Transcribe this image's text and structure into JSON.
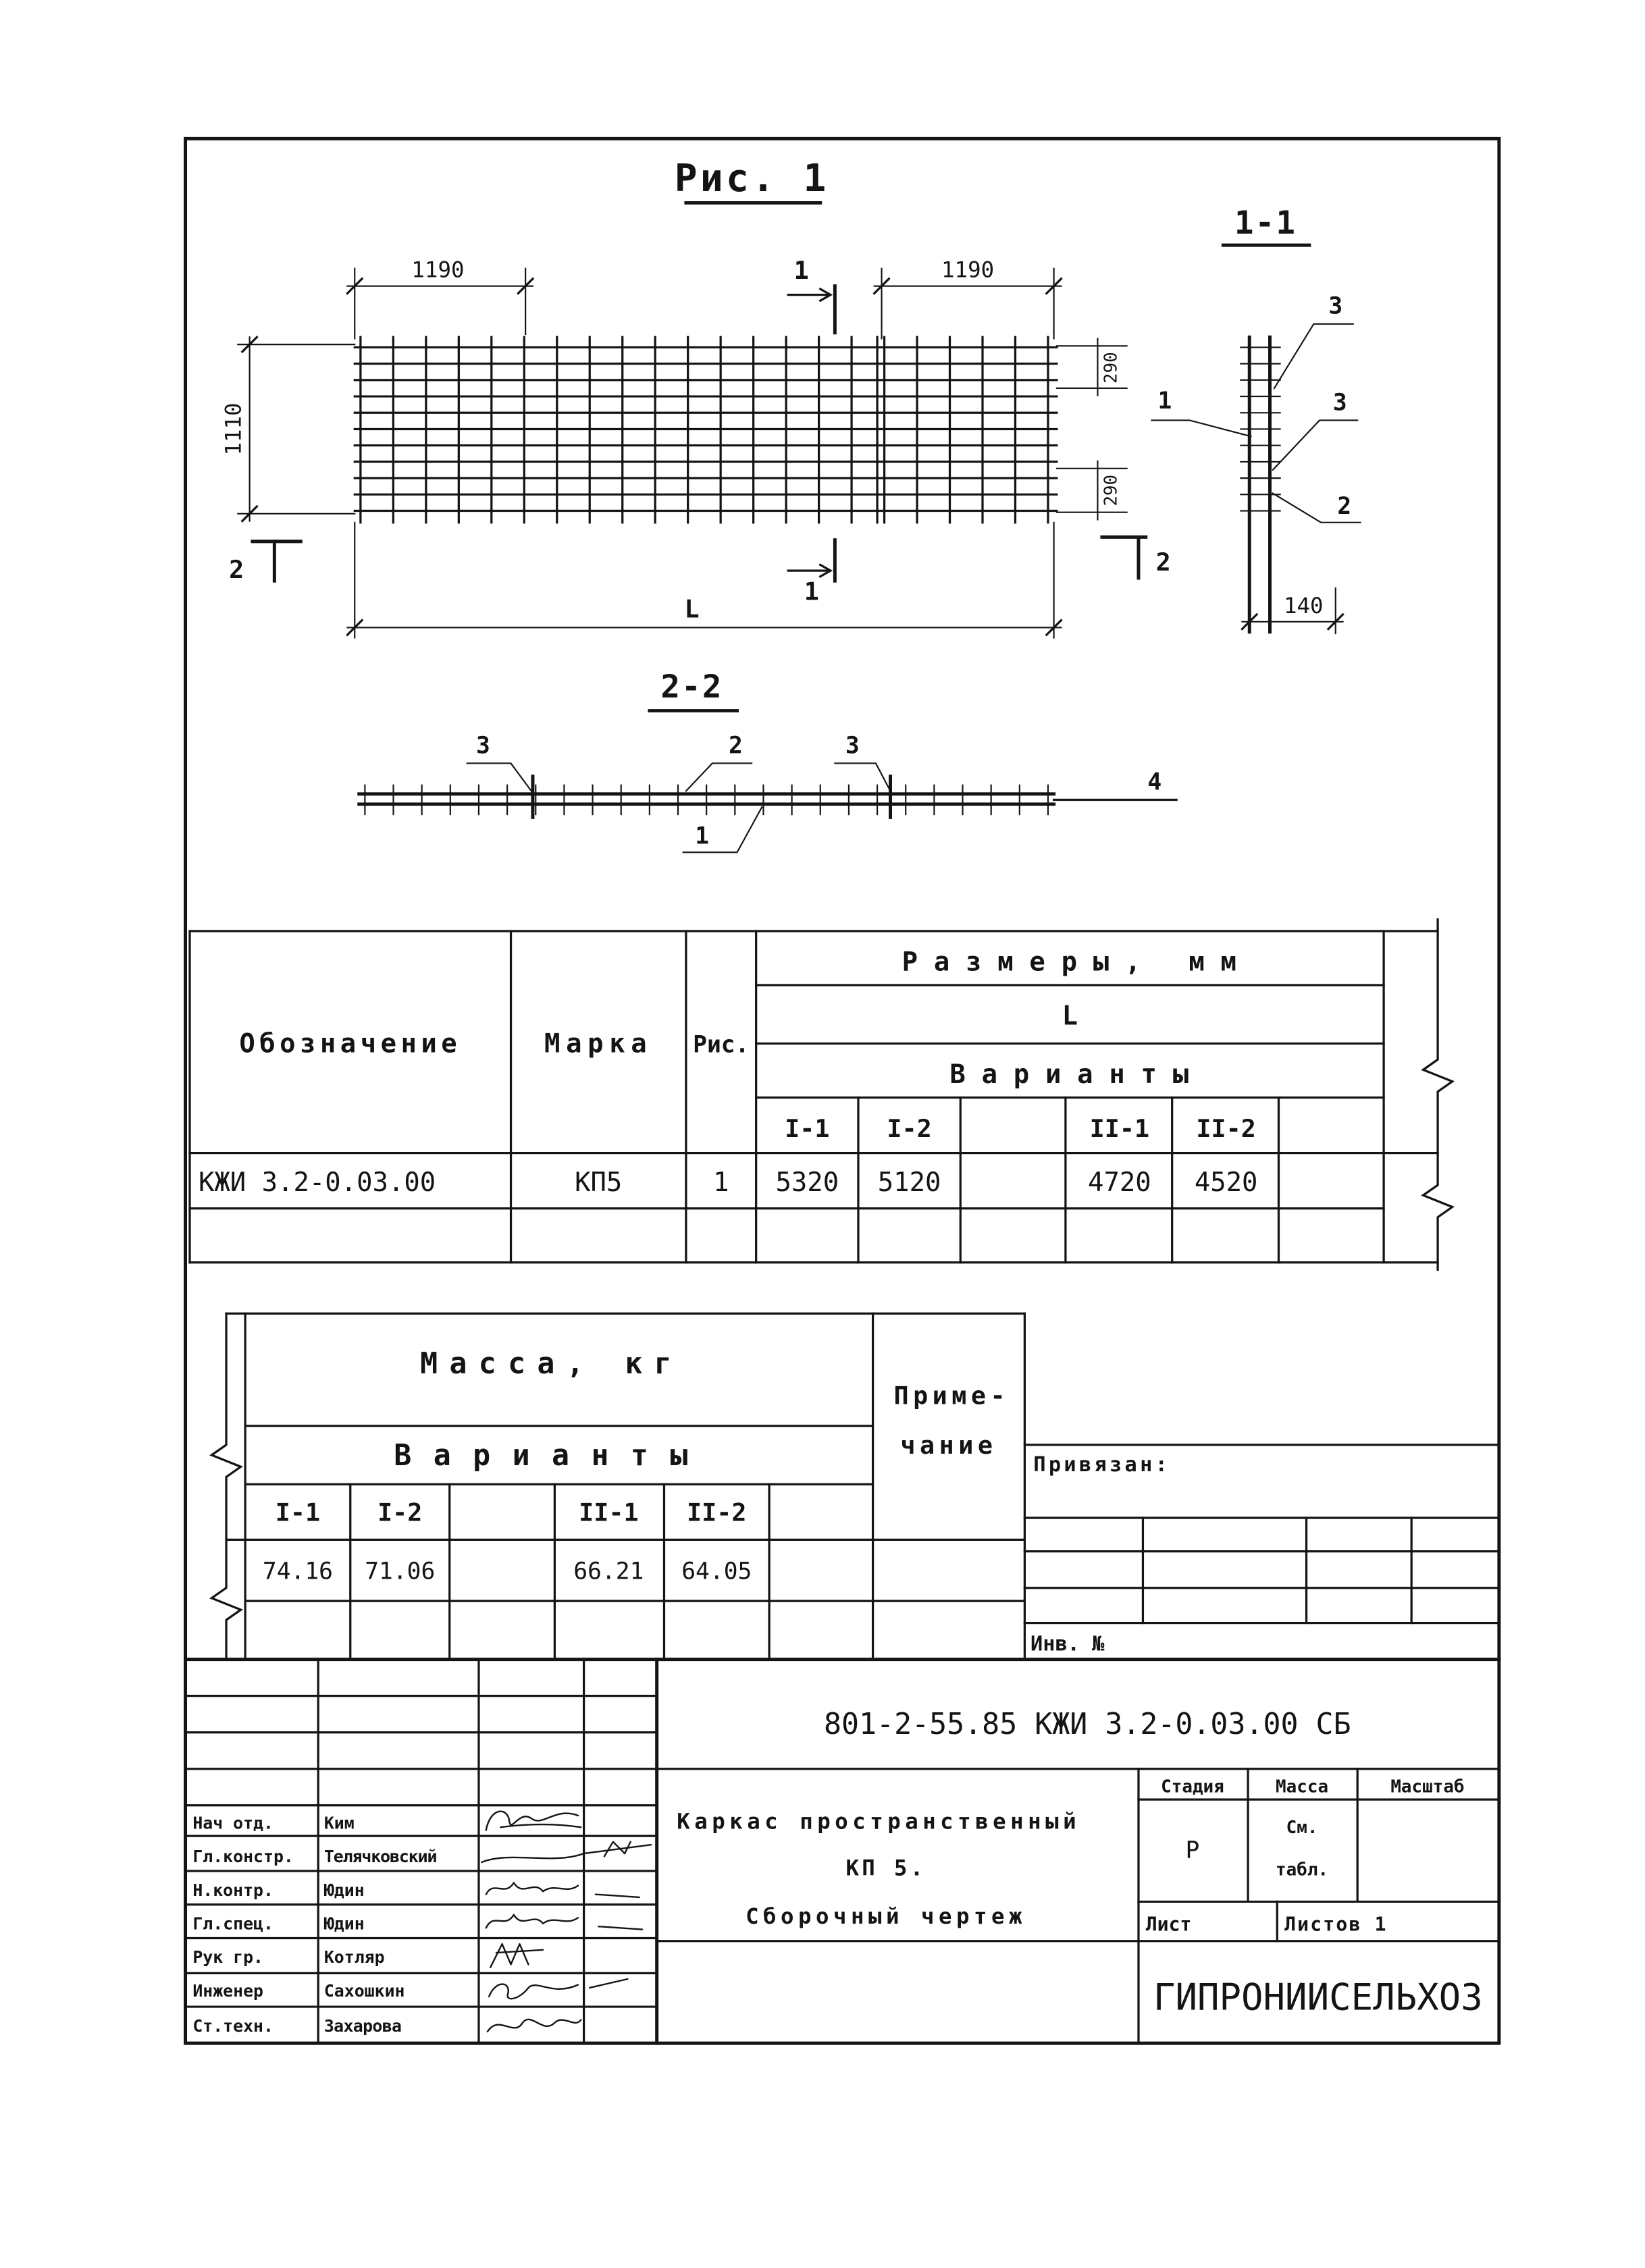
{
  "drawing": {
    "fig1_title": "Рис. 1",
    "fig1": {
      "dim_top_left": "1190",
      "dim_top_right": "1190",
      "dim_height": "1110",
      "dim_edge_top": "290",
      "dim_edge_bottom": "290",
      "dim_length": "L",
      "cut_1_top": "1",
      "cut_1_bottom": "1",
      "cut_2_left": "2",
      "cut_2_right": "2"
    },
    "section_1_1": {
      "title": "1-1",
      "callouts": [
        "3",
        "1",
        "3",
        "2"
      ],
      "dim_width": "140"
    },
    "section_2_2": {
      "title": "2-2",
      "callouts": [
        "3",
        "2",
        "3",
        "1",
        "4"
      ]
    }
  },
  "spec_table": {
    "header_designation": "Обозначение",
    "header_mark": "Марка",
    "header_fig": "Рис.",
    "header_sizes": "Размеры, мм",
    "header_length": "L",
    "header_variants": "Варианты",
    "variants": [
      "I-1",
      "I-2",
      "",
      "II-1",
      "II-2",
      ""
    ],
    "rows": [
      {
        "designation": "КЖИ 3.2-0.03.00",
        "mark": "КП5",
        "fig": "1",
        "lengths": [
          "5320",
          "5120",
          "",
          "4720",
          "4520",
          ""
        ]
      }
    ]
  },
  "mass_table": {
    "header_mass": "Масса, кг",
    "header_variants": "Варианты",
    "header_note": [
      "Приме-",
      "чание"
    ],
    "variants": [
      "I-1",
      "I-2",
      "",
      "II-1",
      "II-2",
      ""
    ],
    "masses": [
      "74.16",
      "71.06",
      "",
      "66.21",
      "64.05",
      ""
    ]
  },
  "binding": {
    "label": "Привязан:",
    "inventory": "Инв. №"
  },
  "title_block": {
    "document_code": "801-2-55.85 КЖИ 3.2-0.03.00 СБ",
    "title_lines": [
      "Каркас пространственный",
      "КП 5.",
      "Сборочный чертеж"
    ],
    "stage_label": "Стадия",
    "mass_label": "Масса",
    "scale_label": "Масштаб",
    "stage": "Р",
    "mass_lines": [
      "См.",
      "табл."
    ],
    "sheet_label": "Лист",
    "sheets_label": "Листов 1",
    "organization": "ГИПРОНИИСЕЛЬХОЗ",
    "signatories": [
      {
        "role": "Нач отд.",
        "name": "Ким"
      },
      {
        "role": "Гл.констр.",
        "name": "Телячковский"
      },
      {
        "role": "Н.контр.",
        "name": "Юдин"
      },
      {
        "role": "Гл.спец.",
        "name": "Юдин"
      },
      {
        "role": "Рук гр.",
        "name": "Котляр"
      },
      {
        "role": "Инженер",
        "name": "Сахошкин"
      },
      {
        "role": "Ст.техн.",
        "name": "Захарова"
      }
    ]
  }
}
